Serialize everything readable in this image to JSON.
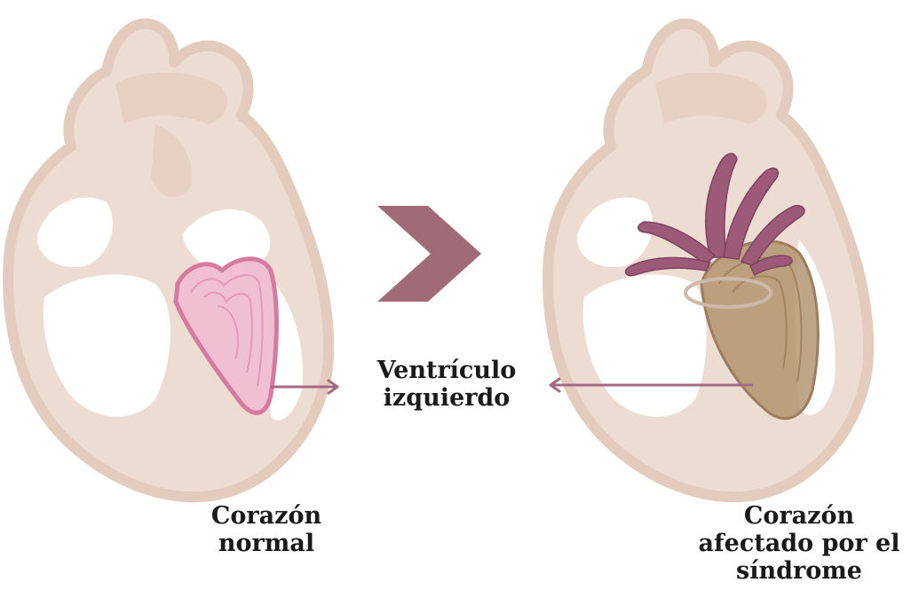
{
  "labels": {
    "center_line1": "Ventrículo",
    "center_line2": "izquierdo",
    "left_caption_line1": "Corazón",
    "left_caption_line2": "normal",
    "right_caption_line1": "Corazón",
    "right_caption_line2": "afectado por el",
    "right_caption_line3": "síndrome"
  },
  "colors": {
    "heart_outline": "#e3cbbd",
    "heart_fill": "#eddcd2",
    "heart_inner": "#e6d1c4",
    "chamber": "#ffffff",
    "normal_ventricle_fill": "#f1bfd2",
    "normal_ventricle_stroke": "#d77aa0",
    "affected_ventricle_fill": "#b39570",
    "tentacles": "#9c5a78",
    "chevron": "#a06b76",
    "arrow": "#a56a82",
    "text": "#1a1a1a"
  }
}
